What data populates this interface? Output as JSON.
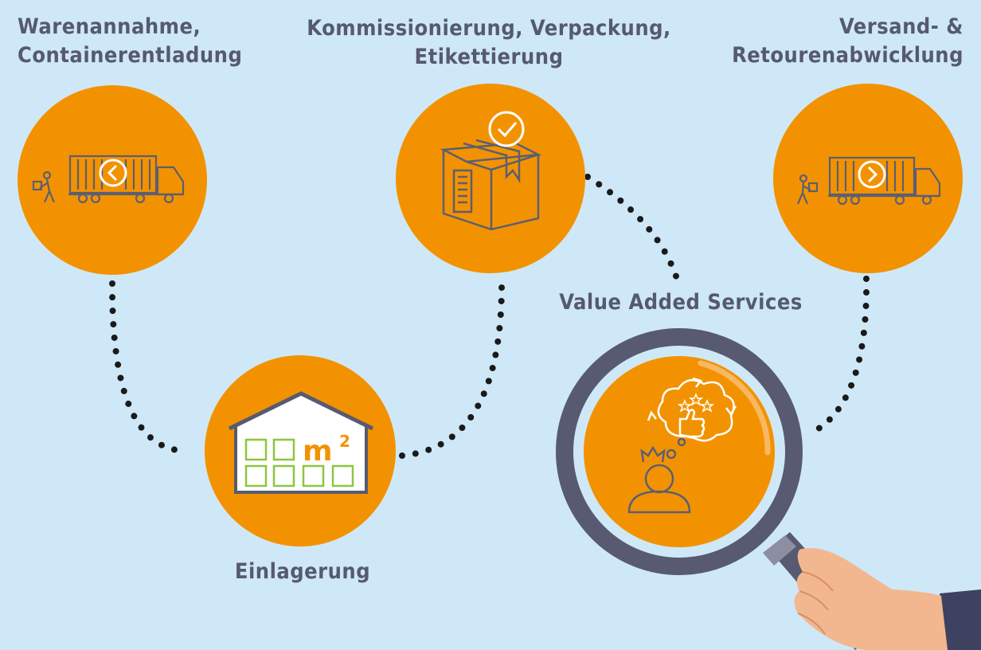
{
  "colors": {
    "background": "#cfe8f7",
    "circle": "#f39200",
    "icon_stroke": "#5b5f73",
    "label": "#565a6e",
    "lens_frame": "#575a70",
    "storage_box": "#8dc63f"
  },
  "steps": {
    "receiving": {
      "line1": "Warenannahme,",
      "line2": "Containerentladung",
      "icon": "truck-unloading-icon"
    },
    "picking": {
      "line1": "Kommissionierung, Verpackung,",
      "line2": "Etikettierung",
      "icon": "package-check-icon"
    },
    "shipping": {
      "line1": "Versand- &",
      "line2": "Retourenabwicklung",
      "icon": "truck-loading-icon"
    },
    "storage": {
      "label": "Einlagerung",
      "icon": "warehouse-icon",
      "unit": "m²"
    },
    "vas": {
      "label": "Value Added Services",
      "icon": "customer-satisfaction-icon"
    }
  }
}
